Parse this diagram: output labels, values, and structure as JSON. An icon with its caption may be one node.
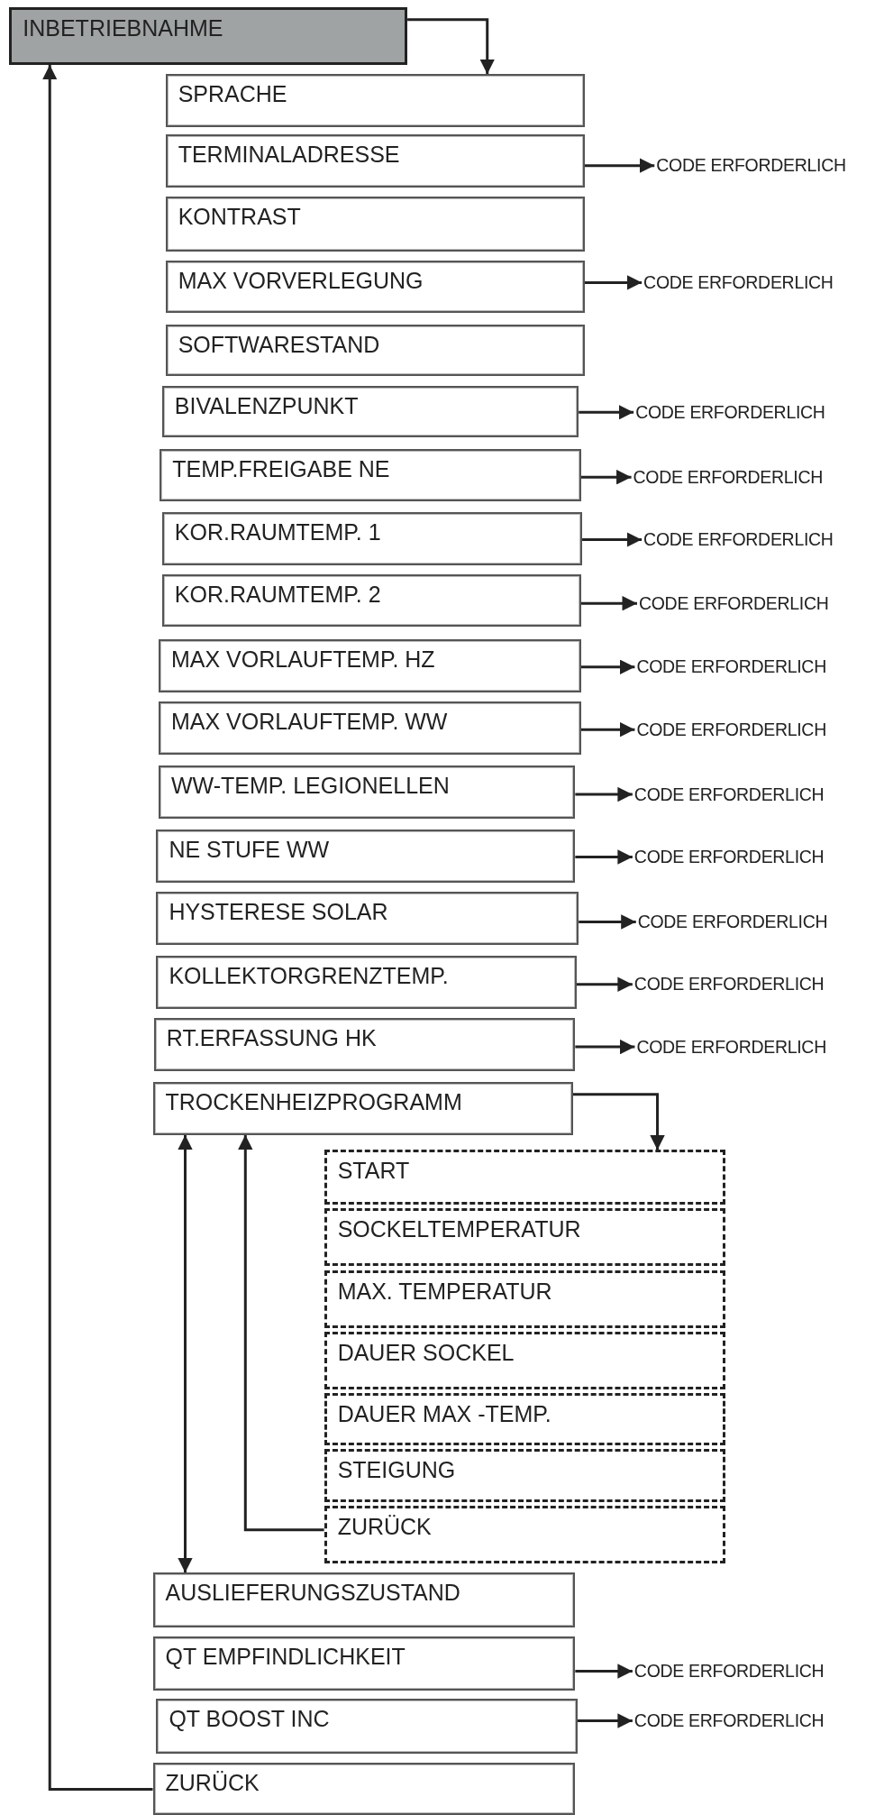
{
  "diagram": {
    "nodes": [
      {
        "text": [
          "INBETRIEBNAHME"
        ]
      },
      {
        "text": [
          "SPRACHE"
        ]
      },
      {
        "text": [
          "TERMINALADRESSE"
        ]
      },
      {
        "text": [
          "CODE ERFORDERLICH"
        ]
      },
      {
        "text": [
          "KONTRAST"
        ]
      },
      {
        "text": [
          "MAX VORVERLEGUNG"
        ]
      },
      {
        "text": [
          "CODE ERFORDERLICH"
        ]
      },
      {
        "text": [
          "SOFTWARESTAND"
        ]
      },
      {
        "text": [
          "BIVALENZPUNKT"
        ]
      },
      {
        "text": [
          "CODE ERFORDERLICH"
        ]
      },
      {
        "text": [
          "TEMP.FREIGABE NE"
        ]
      },
      {
        "text": [
          "CODE ERFORDERLICH"
        ]
      },
      {
        "text": [
          "KOR.RAUMTEMP. 1"
        ]
      },
      {
        "text": [
          "CODE ERFORDERLICH"
        ]
      },
      {
        "text": [
          "KOR.RAUMTEMP. 2"
        ]
      },
      {
        "text": [
          "CODE ERFORDERLICH"
        ]
      },
      {
        "text": [
          "MAX VORLAUFTEMP. HZ"
        ]
      },
      {
        "text": [
          "CODE ERFORDERLICH"
        ]
      },
      {
        "text": [
          "MAX VORLAUFTEMP. WW"
        ]
      },
      {
        "text": [
          "CODE ERFORDERLICH"
        ]
      },
      {
        "text": [
          "WW-TEMP. LEGIONELLEN"
        ]
      },
      {
        "text": [
          "CODE ERFORDERLICH"
        ]
      },
      {
        "text": [
          "NE STUFE WW"
        ]
      },
      {
        "text": [
          "CODE ERFORDERLICH"
        ]
      },
      {
        "text": [
          "HYSTERESE SOLAR"
        ]
      },
      {
        "text": [
          "CODE ERFORDERLICH"
        ]
      },
      {
        "text": [
          "KOLLEKTORGRENZTEMP."
        ]
      },
      {
        "text": [
          "CODE ERFORDERLICH"
        ]
      },
      {
        "text": [
          "RT.ERFASSUNG HK"
        ]
      },
      {
        "text": [
          "CODE ERFORDERLICH"
        ]
      },
      {
        "text": [
          "TROCKENHEIZPROGRAMM"
        ]
      },
      {
        "text": [
          "START"
        ]
      },
      {
        "text": [
          "SOCKELTEMPERATUR"
        ]
      },
      {
        "text": [
          "MAX. TEMPERATUR"
        ]
      },
      {
        "text": [
          "DAUER SOCKEL"
        ]
      },
      {
        "text": [
          "DAUER MAX -TEMP."
        ]
      },
      {
        "text": [
          "STEIGUNG"
        ]
      },
      {
        "text": [
          "ZURÜCK"
        ]
      },
      {
        "text": [
          "AUSLIEFERUNGSZUSTAND"
        ]
      },
      {
        "text": [
          "QT EMPFINDLICHKEIT"
        ]
      },
      {
        "text": [
          "CODE ERFORDERLICH"
        ]
      },
      {
        "text": [
          "QT BOOST INC"
        ]
      },
      {
        "text": [
          "CODE ERFORDERLICH"
        ]
      },
      {
        "text": [
          "ZURÜCK"
        ]
      }
    ],
    "edges": [
      {
        "from": 0,
        "to": 1,
        "arrow": "to"
      },
      {
        "from": 2,
        "to": 3,
        "arrow": "to"
      },
      {
        "from": 5,
        "to": 6,
        "arrow": "to"
      },
      {
        "from": 8,
        "to": 9,
        "arrow": "to"
      },
      {
        "from": 10,
        "to": 11,
        "arrow": "to"
      },
      {
        "from": 12,
        "to": 13,
        "arrow": "to"
      },
      {
        "from": 14,
        "to": 15,
        "arrow": "to"
      },
      {
        "from": 16,
        "to": 17,
        "arrow": "to"
      },
      {
        "from": 18,
        "to": 19,
        "arrow": "to"
      },
      {
        "from": 20,
        "to": 21,
        "arrow": "to"
      },
      {
        "from": 22,
        "to": 23,
        "arrow": "to"
      },
      {
        "from": 24,
        "to": 25,
        "arrow": "to"
      },
      {
        "from": 26,
        "to": 27,
        "arrow": "to"
      },
      {
        "from": 28,
        "to": 29,
        "arrow": "to"
      },
      {
        "from": 30,
        "to": 31,
        "arrow": "to"
      },
      {
        "from": 37,
        "to": 30,
        "arrow": "to"
      },
      {
        "from": 30,
        "to": 38,
        "arrow": "both"
      },
      {
        "from": 39,
        "to": 40,
        "arrow": "to"
      },
      {
        "from": 41,
        "to": 42,
        "arrow": "to"
      },
      {
        "from": 43,
        "to": 0,
        "arrow": "to"
      }
    ]
  }
}
